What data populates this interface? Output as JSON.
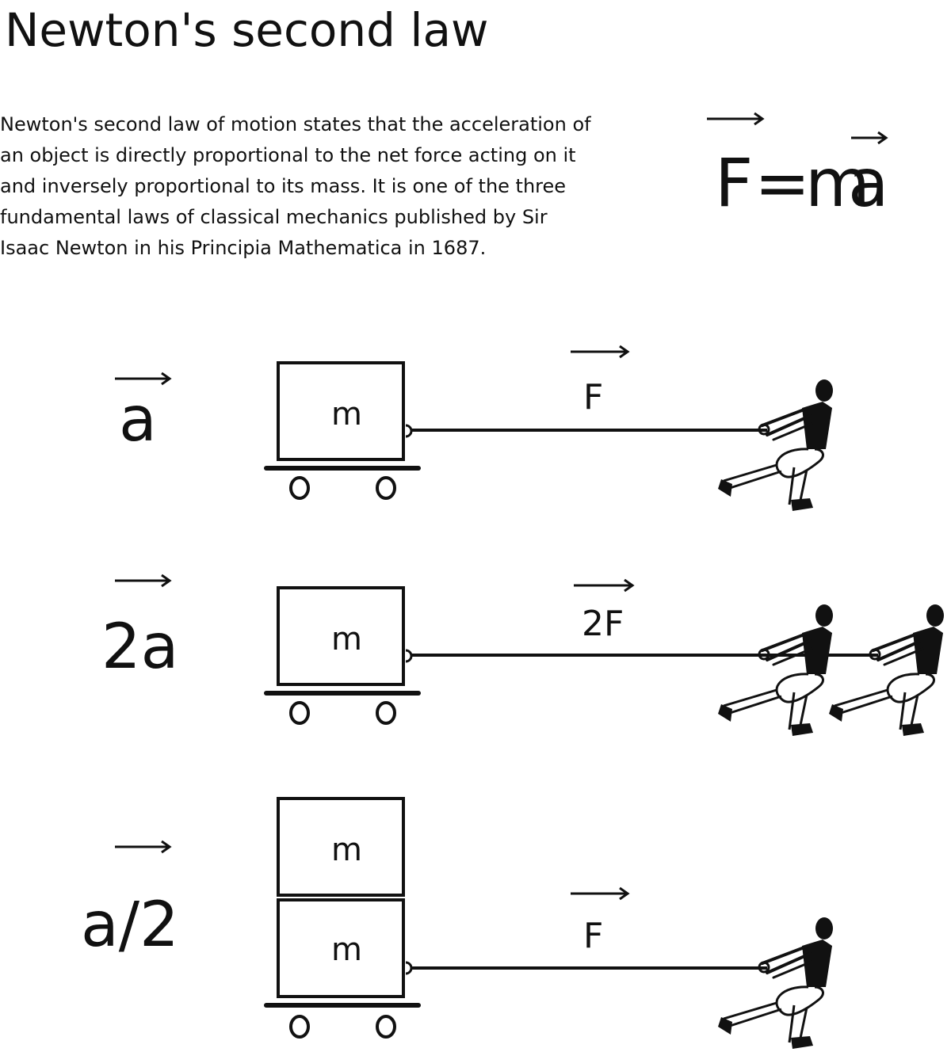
{
  "title": "Newton's second law",
  "intro": "Newton's second law of motion states that the acceleration of an object is directly proportional to the net force acting on it and inversely proportional to its mass. It is one of the three fundamental laws of classical mechanics published by Sir Isaac Newton in his Principia Mathematica in 1687.",
  "formula": {
    "lhs": "F",
    "eq": "=",
    "m": "m",
    "a": "a"
  },
  "scenarios": [
    {
      "acceleration": "a",
      "force": "F",
      "masses": [
        "m"
      ],
      "pullers": 1
    },
    {
      "acceleration": "2a",
      "force": "2F",
      "masses": [
        "m"
      ],
      "pullers": 2
    },
    {
      "acceleration": "a/2",
      "force": "F",
      "masses": [
        "m",
        "m"
      ],
      "pullers": 1
    }
  ]
}
